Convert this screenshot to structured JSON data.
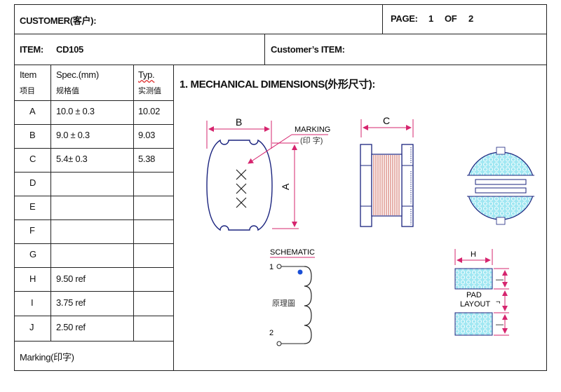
{
  "header": {
    "customer_label": "CUSTOMER(客户):",
    "page_label": "PAGE:",
    "page_number": "1",
    "page_of": "OF",
    "page_total": "2",
    "item_label": "ITEM:",
    "item_value": "CD105",
    "customer_item_label": "Customer’s ITEM:"
  },
  "table": {
    "columns": {
      "item": "Item",
      "item_cn": "项目",
      "spec": "Spec.(mm)",
      "spec_cn": "规格值",
      "typ": "Typ.",
      "typ_cn": "实测值"
    },
    "rows": [
      {
        "item": "A",
        "spec": "10.0  ±  0.3",
        "typ": "10.02"
      },
      {
        "item": "B",
        "spec": "9.0  ±  0.3",
        "typ": "9.03"
      },
      {
        "item": "C",
        "spec": "5.4±  0.3",
        "typ": "5.38"
      },
      {
        "item": "D",
        "spec": "",
        "typ": ""
      },
      {
        "item": "E",
        "spec": "",
        "typ": ""
      },
      {
        "item": "F",
        "spec": "",
        "typ": ""
      },
      {
        "item": "G",
        "spec": "",
        "typ": ""
      },
      {
        "item": "H",
        "spec": "9.50 ref",
        "typ": ""
      },
      {
        "item": "I",
        "spec": "3.75 ref",
        "typ": ""
      },
      {
        "item": "J",
        "spec": "2.50 ref",
        "typ": ""
      }
    ],
    "marking_label": "Marking(印字)"
  },
  "drawing": {
    "section_title": "1.  MECHANICAL DIMENSIONS(外形尺寸):",
    "dim_b": "B",
    "dim_c": "C",
    "dim_a": "A",
    "dim_h": "H",
    "marking_label": "MARKING",
    "marking_cn": "(印 字)",
    "schematic_label": "SCHEMATIC",
    "schematic_cn": "原理圖",
    "pin1": "1",
    "pin2": "2",
    "pad_label_1": "PAD",
    "pad_label_2": "LAYOUT",
    "pad_dim_1": "—",
    "pad_dim_2": "¬",
    "pad_dim_3": "—",
    "colors": {
      "dimension": "#d6246e",
      "pad_fill": "#9fe7f2",
      "core_line": "#c0392b",
      "drawing": "#1a237e"
    }
  }
}
